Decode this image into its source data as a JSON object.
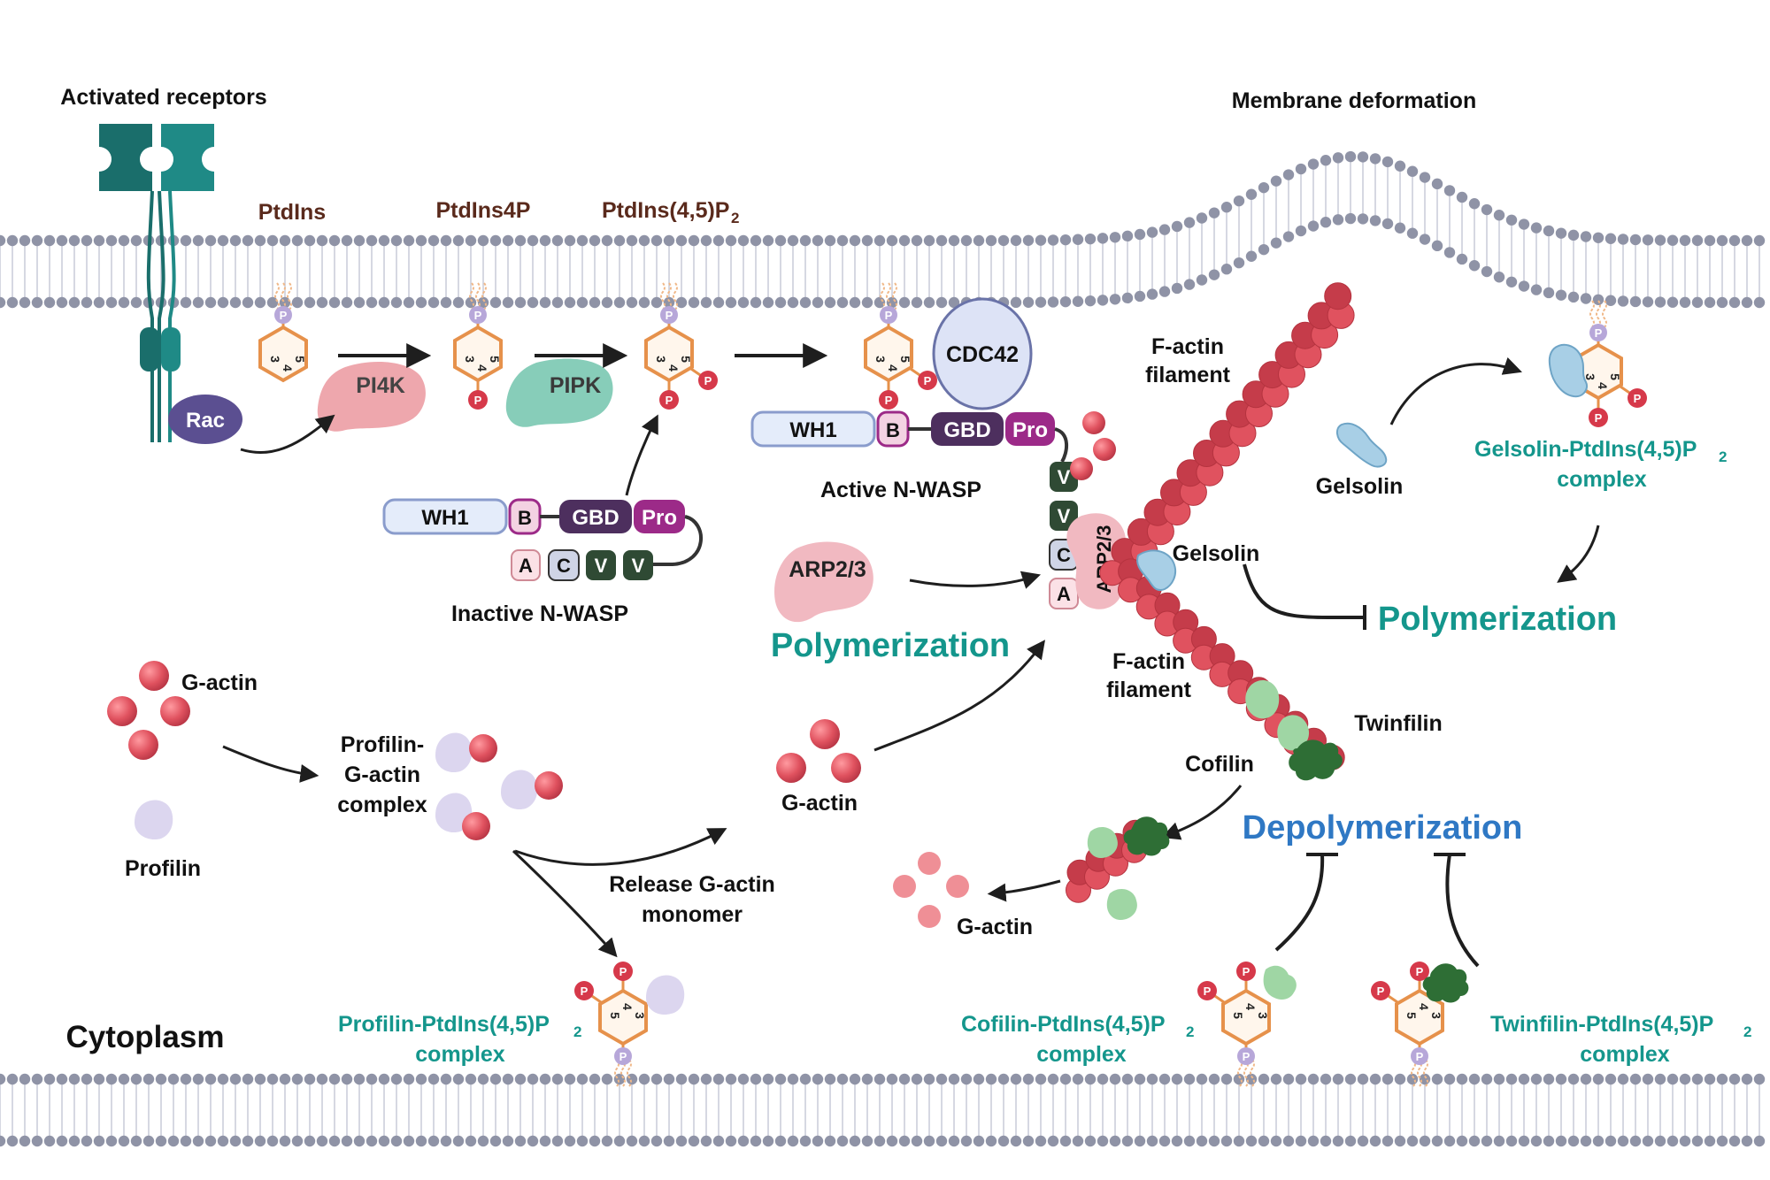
{
  "labels": {
    "activated_receptors": "Activated receptors",
    "membrane_deformation": "Membrane deformation",
    "cytoplasm": "Cytoplasm",
    "ptdins": "PtdIns",
    "ptdins4p": "PtdIns4P",
    "ptdins45p2": "PtdIns(4,5)P",
    "ptdins45p2_sub": "2",
    "rac": "Rac",
    "pi4k": "PI4K",
    "pipk": "PIPK",
    "cdc42": "CDC42",
    "active_nwasp": "Active N-WASP",
    "inactive_nwasp": "Inactive N-WASP",
    "arp23": "ARP2/3",
    "arp23_vertical": "ARP2/3",
    "factin_filament_top": "F-actin filament",
    "factin_filament_mid": "F-actin filament",
    "gelsolin_free": "Gelsolin",
    "gelsolin_bound": "Gelsolin",
    "gelsolin_complex": "Gelsolin-PtdIns(4,5)P",
    "gelsolin_complex_2": "complex",
    "polymerization_left": "Polymerization",
    "polymerization_right": "Polymerization",
    "depolymerization": "Depolymerization",
    "twinfilin": "Twinfilin",
    "cofilin": "Cofilin",
    "g_actin_left": "G-actin",
    "g_actin_mid": "G-actin",
    "g_actin_bottom": "G-actin",
    "profilin": "Profilin",
    "profilin_gactin_complex_1": "Profilin-",
    "profilin_gactin_complex_2": "G-actin",
    "profilin_gactin_complex_3": "complex",
    "release_1": "Release G-actin",
    "release_2": "monomer",
    "profilin_pip2_complex": "Profilin-PtdIns(4,5)P",
    "profilin_pip2_complex_2": "complex",
    "cofilin_pip2_complex": "Cofilin-PtdIns(4,5)P",
    "cofilin_pip2_complex_2": "complex",
    "twinfilin_pip2_complex": "Twinfilin-PtdIns(4,5)P",
    "twinfilin_pip2_complex_2": "complex"
  },
  "domains": {
    "wh1": "WH1",
    "b": "B",
    "gbd": "GBD",
    "pro": "Pro",
    "a": "A",
    "c": "C",
    "v": "V"
  },
  "ring": {
    "p": "P",
    "n3": "3",
    "n4": "4",
    "n5": "5"
  },
  "colors": {
    "lipid_head": "#8f93a6",
    "receptor": "#1f8a86",
    "receptor_dark": "#1a6e6b",
    "rac": "#5b4f91",
    "pi4k": "#eea7ad",
    "pipk": "#87cdb9",
    "ring_stroke": "#e6914b",
    "ring_fill": "#fff6ec",
    "phosphate": "#d6394a",
    "inositol_p": "#b7a7d9",
    "actin": "#e0525f",
    "actin_dark": "#c53c4a",
    "cdc42": "#dde3f6",
    "wh1": "#e4ecfa",
    "b": "#f3d2e2",
    "gbd": "#4d2f5e",
    "pro": "#9c2a88",
    "a": "#fbe1e6",
    "c": "#cfd4e6",
    "v": "#2f4a34",
    "arp": "#f1b9c1",
    "gelsolin": "#a8cfe6",
    "profilin": "#dcd6ef",
    "cofilin": "#9fd6a4",
    "twinfilin": "#2e6e35",
    "teal": "#14968c",
    "blue": "#2f78c4"
  }
}
